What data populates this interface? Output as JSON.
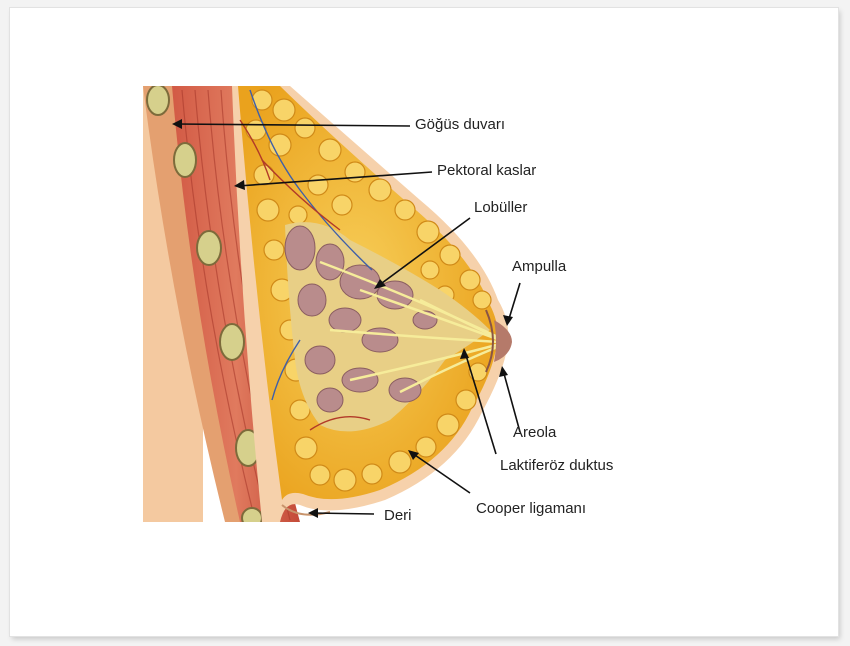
{
  "labels": {
    "chest_wall": "Göğüs duvarı",
    "pectoral_muscles": "Pektoral kaslar",
    "lobules": "Lobüller",
    "ampulla": "Ampulla",
    "areola": "Areola",
    "lactiferous_duct": "Laktiferöz duktus",
    "cooper_ligament": "Cooper ligamanı",
    "skin": "Deri"
  },
  "colors": {
    "fat": "#f1b32a",
    "muscle": "#c64a3a",
    "skin": "#f5c79a",
    "lobule": "#b58a8a",
    "duct": "#f3e27a"
  }
}
